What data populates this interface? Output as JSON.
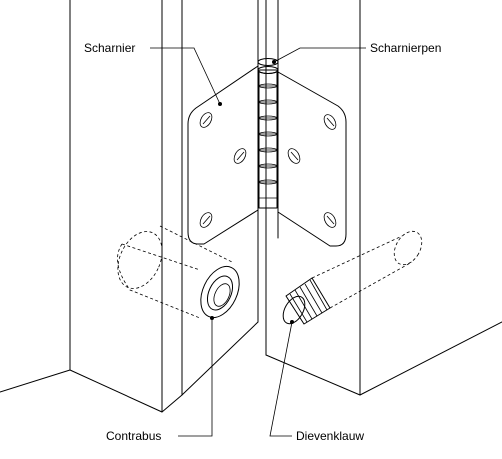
{
  "labels": {
    "scharnier": "Scharnier",
    "scharnierpen": "Scharnierpen",
    "contrabus": "Contrabus",
    "dievenklauw": "Dievenklauw"
  },
  "colors": {
    "line": "#000000",
    "background": "#ffffff"
  }
}
